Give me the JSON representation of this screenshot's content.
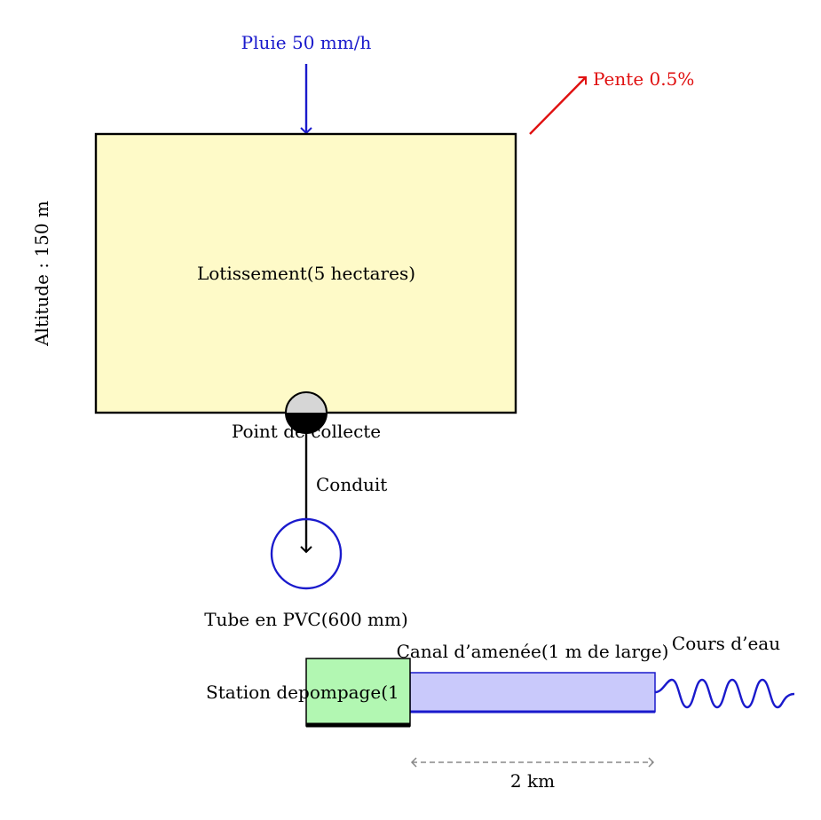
{
  "labels": {
    "rain": "Pluie 50 mm/h",
    "slope": "Pente 0.5%",
    "altitude": "Altitude : 150 m",
    "subdivision": "Lotissement(5 hectares)",
    "collection_point": "Point de collecte",
    "conduit": "Conduit",
    "pvc_tube": "Tube en PVC(600 mm)",
    "canal": "Canal d’amenée(1 m de large)",
    "stream": "Cours d’eau",
    "pumping_station": "Station depompage(1",
    "distance": "2 km"
  },
  "colors": {
    "rain": "#1a1acc",
    "slope": "#e01010",
    "subdivision_fill": "#fefac8",
    "station_fill": "#b2f7b2",
    "canal_fill": "#c9c9fb",
    "canal_stroke": "#1a1acc",
    "dimension": "#888888",
    "collection_fill": "#d6d6d6"
  },
  "icons": {
    "collection_point": "half-filled-circle-icon",
    "pvc_tube": "circle-icon",
    "stream": "wave-icon",
    "rain": "arrow-down-icon",
    "slope": "arrow-up-right-icon"
  }
}
